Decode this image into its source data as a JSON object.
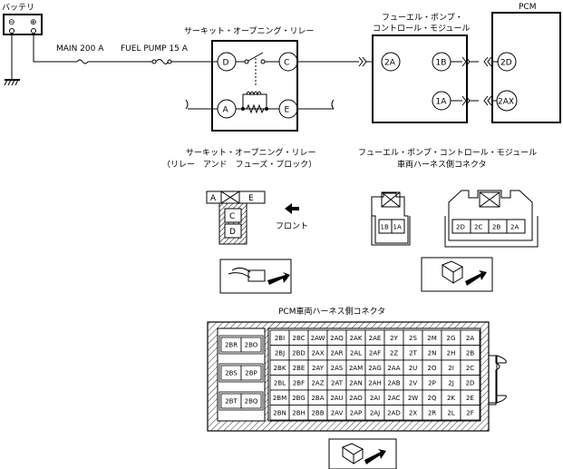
{
  "wiring": {
    "battery_label": "バッテリ",
    "minus": "⊖",
    "plus": "⊕",
    "main_fuse": "MAIN 200 A",
    "fuel_pump_fuse": "FUEL PUMP 15 A",
    "relay_title": "サーキット・オープニング・リレー",
    "fpcm_title_line1": "フューエル・ポンプ・",
    "fpcm_title_line2": "コントロール・モジュール",
    "pcm_title": "PCM",
    "relay_pins": [
      "D",
      "C",
      "A",
      "E"
    ],
    "fpcm_pins": [
      "2A",
      "1B",
      "1A"
    ],
    "pcm_pins": [
      "2D",
      "2AX"
    ]
  },
  "relay_connector": {
    "title_line1": "サーキット・オープニング・リレー",
    "title_line2": "（リレー　アンド　フューズ・ブロック）",
    "top_pins": [
      "A",
      "E"
    ],
    "bottom_pins": [
      "C",
      "D"
    ],
    "front_label": "フロント"
  },
  "fpcm_connector": {
    "title_line1": "フューエル・ポンプ・コントロール・モジュール",
    "title_line2": "車両ハーネス側コネクタ",
    "small_pins": [
      "1B",
      "1A"
    ],
    "large_pins": [
      "2D",
      "2C",
      "2B",
      "2A"
    ]
  },
  "pcm_connector": {
    "title": "PCM車両ハーネス側コネクタ",
    "left_pairs": [
      [
        "2BR",
        "2BO"
      ],
      [
        "2BS",
        "2BP"
      ],
      [
        "2BT",
        "2BQ"
      ]
    ],
    "grid_rows": [
      [
        "2BI",
        "2BC",
        "2AW",
        "2AQ",
        "2AK",
        "2AE",
        "2Y",
        "2S",
        "2M",
        "2G",
        "2A"
      ],
      [
        "2BJ",
        "2BD",
        "2AX",
        "2AR",
        "2AL",
        "2AF",
        "2Z",
        "2T",
        "2N",
        "2H",
        "2B"
      ],
      [
        "2BK",
        "2BE",
        "2AY",
        "2AS",
        "2AM",
        "2AG",
        "2AA",
        "2U",
        "2O",
        "2I",
        "2C"
      ],
      [
        "2BL",
        "2BF",
        "2AZ",
        "2AT",
        "2AN",
        "2AH",
        "2AB",
        "2V",
        "2P",
        "2J",
        "2D"
      ],
      [
        "2BM",
        "2BG",
        "2BA",
        "2AU",
        "2AO",
        "2AI",
        "2AC",
        "2W",
        "2Q",
        "2K",
        "2E"
      ],
      [
        "2BN",
        "2BH",
        "2BB",
        "2AV",
        "2AP",
        "2AJ",
        "2AD",
        "2X",
        "2R",
        "2L",
        "2F"
      ]
    ]
  }
}
